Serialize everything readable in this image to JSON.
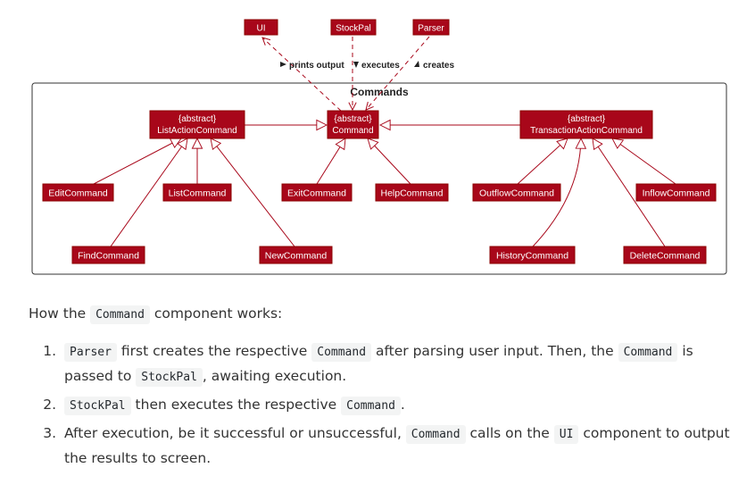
{
  "diagram": {
    "package_label": "Commands",
    "external": {
      "ui": "UI",
      "stockpal": "StockPal",
      "parser": "Parser"
    },
    "edge_labels": {
      "prints_output": "prints output",
      "executes": "executes",
      "creates": "creates"
    },
    "abstract_tag": "{abstract}",
    "classes": {
      "list_action": "ListActionCommand",
      "command": "Command",
      "transaction_action": "TransactionActionCommand",
      "edit": "EditCommand",
      "list": "ListCommand",
      "exit": "ExitCommand",
      "help": "HelpCommand",
      "outflow": "OutflowCommand",
      "inflow": "InflowCommand",
      "find": "FindCommand",
      "new": "NewCommand",
      "history": "HistoryCommand",
      "delete": "DeleteCommand"
    },
    "colors": {
      "box_fill": "#a8071a",
      "box_border": "#8b0000",
      "box_text": "#ffffff",
      "edge": "#a8071a"
    }
  },
  "text": {
    "intro_before": "How the ",
    "intro_code": "Command",
    "intro_after": " component works:",
    "steps": [
      {
        "c1": "Parser",
        "t1": " first creates the respective ",
        "c2": "Command",
        "t2": " after parsing user input. Then, the ",
        "c3": "Command",
        "t3": " is passed to ",
        "c4": "StockPal",
        "t4": ", awaiting execution."
      },
      {
        "c1": "StockPal",
        "t1": " then executes the respective ",
        "c2": "Command",
        "t2": "."
      },
      {
        "t0": "After execution, be it successful or unsuccessful, ",
        "c1": "Command",
        "t1": " calls on the ",
        "c2": "UI",
        "t2": " component to output the results to screen."
      }
    ]
  }
}
